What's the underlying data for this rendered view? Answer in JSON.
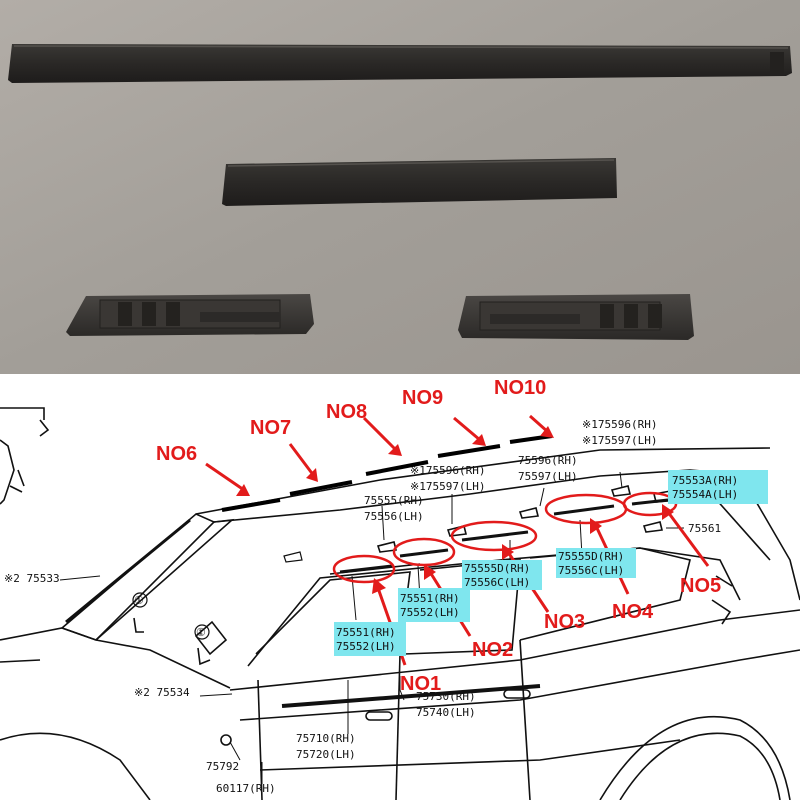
{
  "colors": {
    "background_photo": "#a6a29d",
    "trim_dark": "#2a2826",
    "callout_red": "#e21b1b",
    "highlight_cyan": "#7fe6ee",
    "line_art": "#111111"
  },
  "callouts": [
    "NO1",
    "NO2",
    "NO3",
    "NO4",
    "NO5",
    "NO6",
    "NO7",
    "NO8",
    "NO9",
    "NO10"
  ],
  "part_labels": {
    "p175596_rh_top": "※175596(RH)",
    "p175597_lh_top": "※175597(LH)",
    "p75596_rh": "75596(RH)",
    "p75597_lh": "75597(LH)",
    "p175596_mid": "※175596(RH)",
    "p175597_mid": "※175597(LH)",
    "p7555_rh": "75555(RH)",
    "p7555_lh": "75556(LH)",
    "p75553a_rh": "75553A(RH)",
    "p75554a_lh": "75554A(LH)",
    "p75561": "75561",
    "p75555d_rh": "75555D(RH)",
    "p75556c_lh_a": "75556C(LH)",
    "p75555d_rh_b": "75555D(RH)",
    "p75556c_lh_b": "75556C(LH)",
    "p75551_rh_a": "75551(RH)",
    "p75552_lh_a": "75552(LH)",
    "p75551_rh_b": "75551(RH)",
    "p75552_lh_b": "75552(LH)",
    "p2_75533": "※2 75533",
    "p2_75534": "※2 75534",
    "p75730_rh": "75730(RH)",
    "p75740_lh": "75740(LH)",
    "p75710_rh": "75710(RH)",
    "p75720_lh": "75720(LH)",
    "p75792": "75792",
    "p60117_rh": "60117(RH)",
    "clip1": "①",
    "clip2": "①"
  }
}
